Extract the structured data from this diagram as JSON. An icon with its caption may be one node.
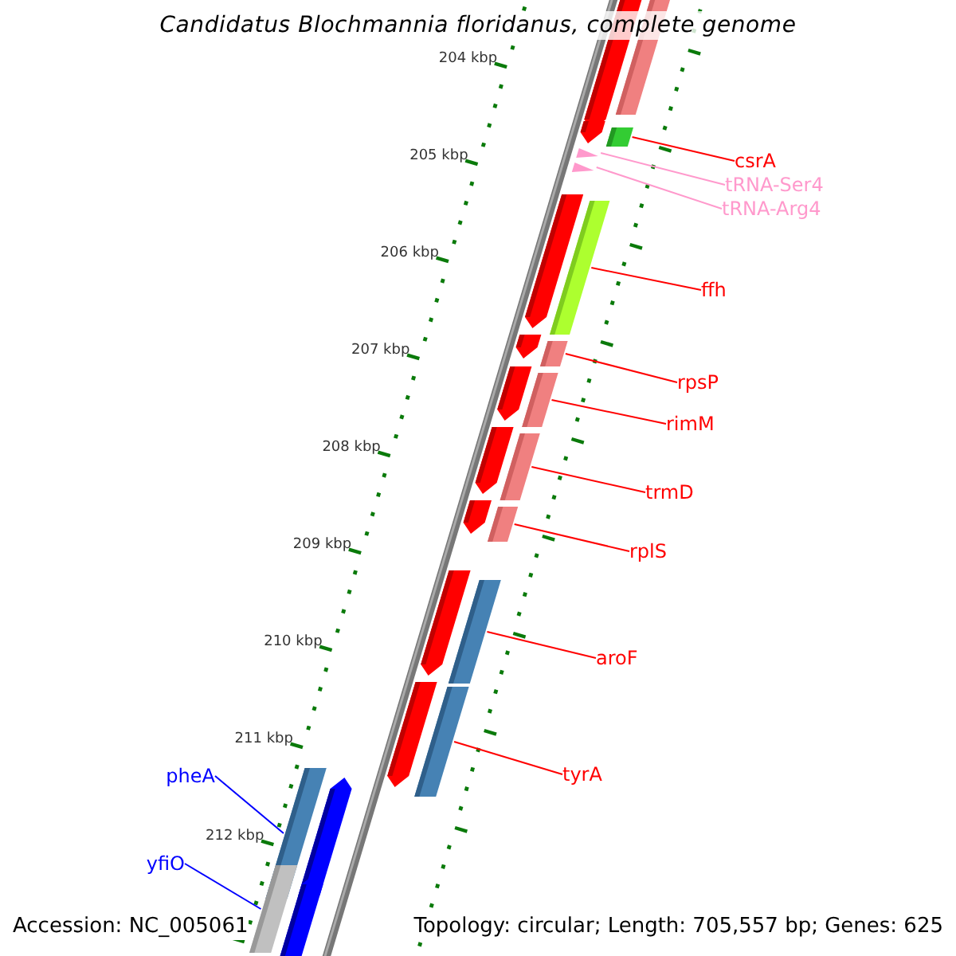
{
  "diagram": {
    "title": "Candidatus Blochmannia floridanus, complete genome",
    "nodes": [
      {
        "text": [
          "csrA"
        ]
      },
      {
        "text": [],
        "shape": "bar"
      },
      {
        "text": [
          "tRNA-Ser4"
        ]
      },
      {
        "text": [],
        "shape": "triangle"
      },
      {
        "text": [
          "tRNA-Arg4"
        ]
      },
      {
        "text": [],
        "shape": "triangle"
      },
      {
        "text": [
          "ffh"
        ]
      },
      {
        "text": [],
        "shape": "bar"
      },
      {
        "text": [
          "rpsP"
        ]
      },
      {
        "text": [],
        "shape": "bar"
      },
      {
        "text": [
          "rimM"
        ]
      },
      {
        "text": [],
        "shape": "bar"
      },
      {
        "text": [
          "trmD"
        ]
      },
      {
        "text": [],
        "shape": "bar"
      },
      {
        "text": [
          "rplS"
        ]
      },
      {
        "text": [],
        "shape": "bar"
      },
      {
        "text": [
          "aroF"
        ]
      },
      {
        "text": [],
        "shape": "bar"
      },
      {
        "text": [
          "tyrA"
        ]
      },
      {
        "text": [],
        "shape": "bar"
      },
      {
        "text": [
          "pheA"
        ]
      },
      {
        "text": [],
        "shape": "bar"
      },
      {
        "text": [
          "yfiO"
        ]
      },
      {
        "text": [],
        "shape": "bar"
      }
    ],
    "edges": [
      {
        "from": 0,
        "to": 1,
        "arrow": "none"
      },
      {
        "from": 2,
        "to": 3,
        "arrow": "none",
        "color": "#ff99cc"
      },
      {
        "from": 4,
        "to": 5,
        "arrow": "none",
        "color": "#ff99cc"
      },
      {
        "from": 6,
        "to": 7,
        "arrow": "none"
      },
      {
        "from": 8,
        "to": 9,
        "arrow": "none"
      },
      {
        "from": 10,
        "to": 11,
        "arrow": "none"
      },
      {
        "from": 12,
        "to": 13,
        "arrow": "none"
      },
      {
        "from": 14,
        "to": 15,
        "arrow": "none"
      },
      {
        "from": 16,
        "to": 17,
        "arrow": "none"
      },
      {
        "from": 18,
        "to": 19,
        "arrow": "none"
      },
      {
        "from": 20,
        "to": 21,
        "arrow": "none",
        "color": "#0000ff"
      },
      {
        "from": 22,
        "to": 23,
        "arrow": "none",
        "color": "#0000ff"
      }
    ],
    "labels": [
      "204 kbp",
      "205 kbp",
      "206 kbp",
      "207 kbp",
      "208 kbp",
      "209 kbp",
      "210 kbp",
      "211 kbp",
      "212 kbp",
      "Accession: NC_005061",
      "Topology: circular; Length: 705,557 bp; Genes: 625"
    ]
  }
}
